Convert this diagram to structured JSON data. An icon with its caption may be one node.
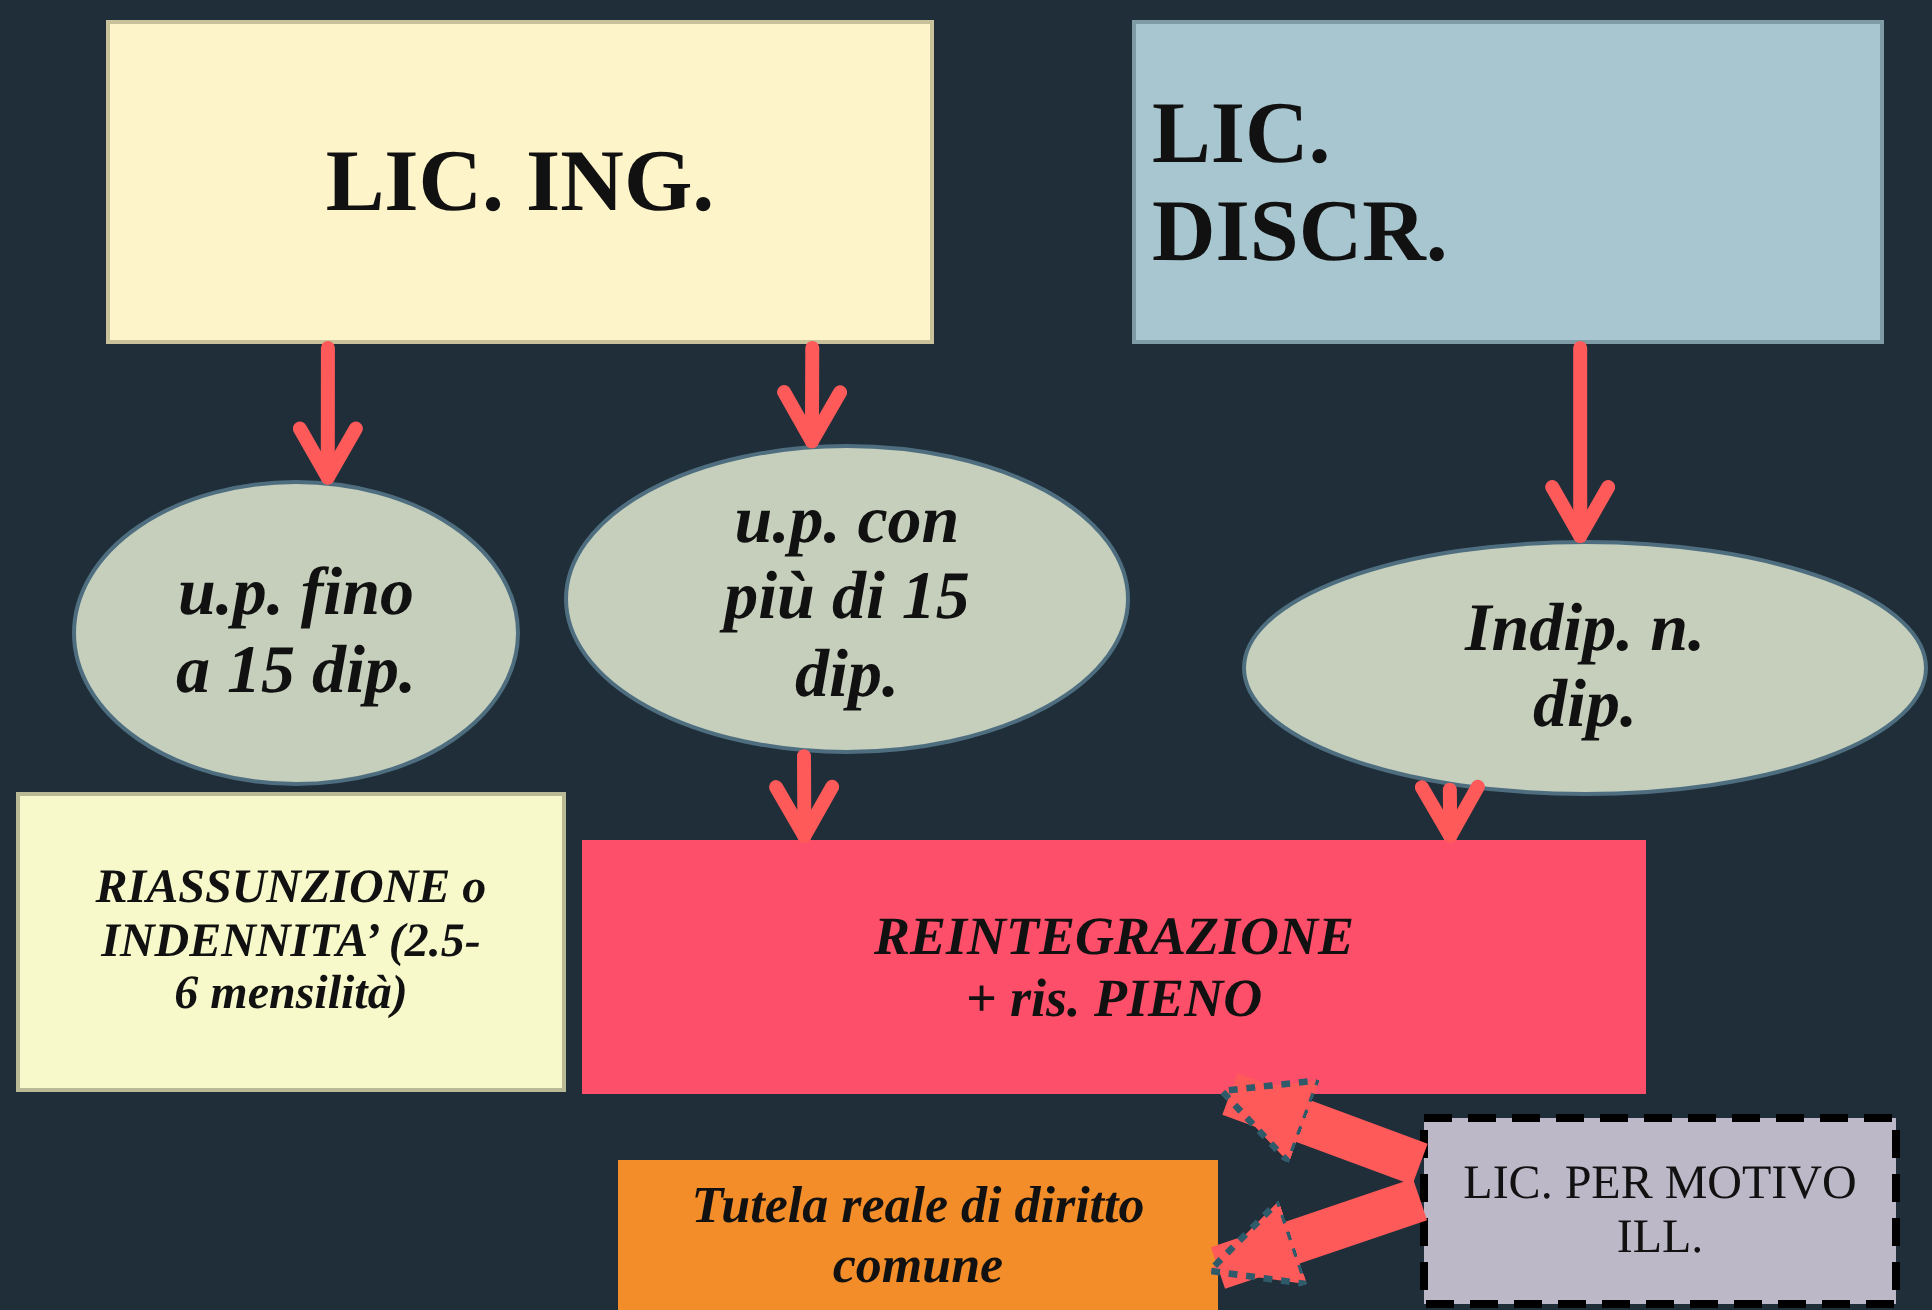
{
  "diagram": {
    "nodes": [
      {
        "text": [
          "LIC. ING."
        ]
      },
      {
        "text": [
          "LIC. DISCR."
        ]
      },
      {
        "text": [
          "u.p. fino a 15 dip."
        ]
      },
      {
        "text": [
          "u.p. con più di 15 dip."
        ]
      },
      {
        "text": [
          "Indip. n. dip."
        ]
      },
      {
        "text": [
          "RIASSUNZIONE o INDENNITA’ (2.5- 6 mensilità)"
        ]
      },
      {
        "text": [
          "REINTEGRAZIONE + ris. PIENO"
        ]
      },
      {
        "text": [
          "Tutela reale di diritto comune"
        ]
      },
      {
        "text": [
          "LIC. PER MOTIVO ILL."
        ]
      }
    ],
    "edges": [
      {
        "from": 0,
        "to": 2,
        "arrow": "to"
      },
      {
        "from": 0,
        "to": 3,
        "arrow": "to"
      },
      {
        "from": 1,
        "to": 4,
        "arrow": "to"
      },
      {
        "from": 3,
        "to": 6,
        "arrow": "to"
      },
      {
        "from": 4,
        "to": 6,
        "arrow": "to"
      },
      {
        "from": 8,
        "to": 6,
        "arrow": "to",
        "style": "thick"
      },
      {
        "from": 8,
        "to": 7,
        "arrow": "to",
        "style": "thick"
      }
    ]
  }
}
